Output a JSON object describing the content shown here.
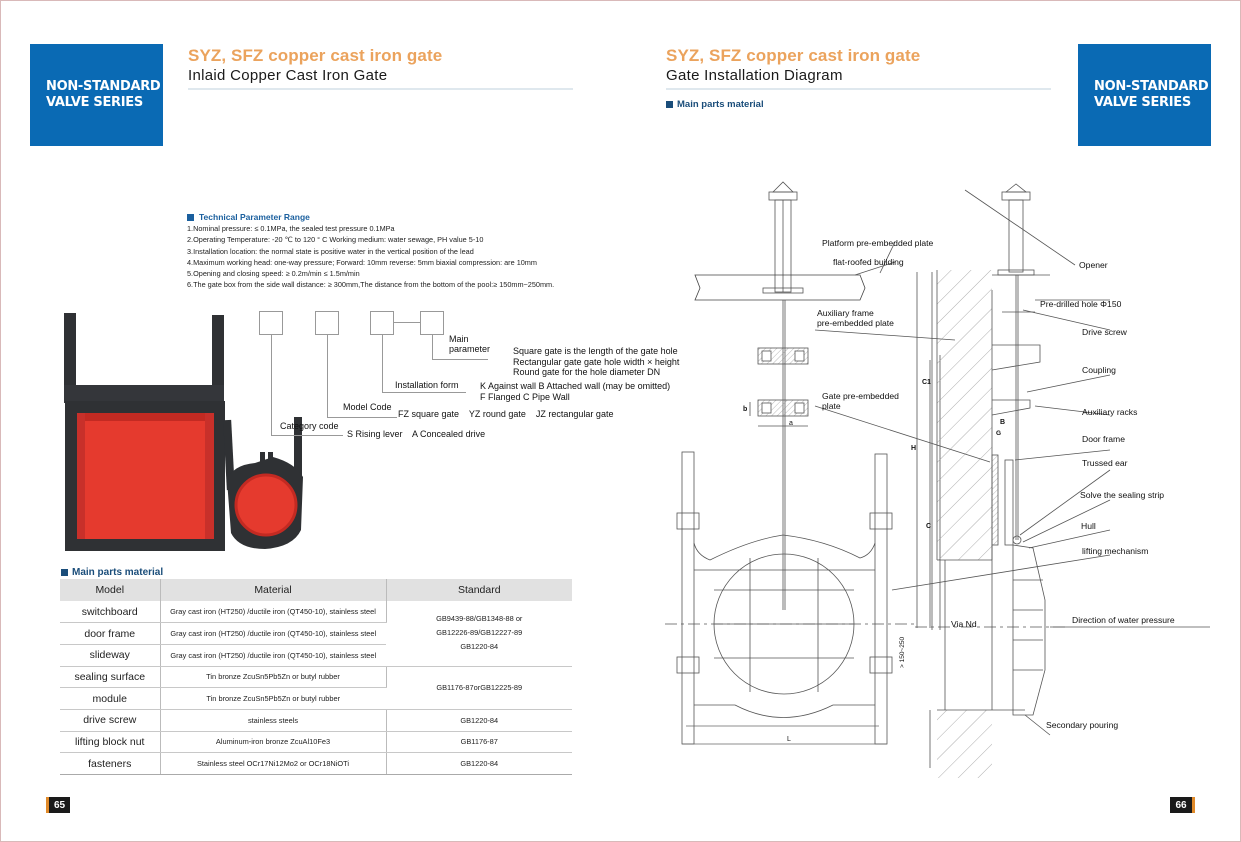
{
  "colors": {
    "badge_blue": "#0a6ab4",
    "title_orange": "#eba35d",
    "section_navy": "#1a4d7a",
    "gate_red": "#e53a2e",
    "iron_dark": "#2f3134",
    "page_tab_orange": "#e08a2a"
  },
  "left_page": {
    "badge": {
      "line1": "NON-STANDARD",
      "line2": "VALVE SERIES"
    },
    "title_orange": "SYZ, SFZ copper cast iron gate",
    "title_black": "Inlaid Copper Cast Iron Gate",
    "tech_params": {
      "heading": "Technical Parameter Range",
      "items": [
        "1.Nominal pressure: ≤ 0.1MPa, the sealed test pressure 0.1MPa",
        "2.Operating Temperature: -20 ℃ to 120 ° C    Working medium: water sewage, PH value 5-10",
        "3.Installation location: the normal state is positive water in the vertical position of the lead",
        "4.Maximum working head: one-way pressure; Forward: 10mm reverse: 5mm biaxial compression: are 10mm",
        "5.Opening and closing speed: ≥ 0.2m/min ≤ 1.5m/min",
        "6.The gate box from the side wall distance: ≥ 300mm,The distance from the bottom of the pool:≥ 150mm~250mm."
      ]
    },
    "model_code": {
      "main_parameter_label_1": "Main",
      "main_parameter_label_2": "parameter",
      "main_parameter_desc": [
        "Square gate is the length of the gate hole",
        "Rectangular gate gate hole width × height",
        "Round gate for the hole diameter DN"
      ],
      "installation_form_label": "Installation form",
      "installation_form_desc": [
        "K Against wall B Attached wall (may be omitted)",
        "F Flanged C Pipe Wall"
      ],
      "model_code_label": "Model Code",
      "model_code_desc": "FZ square gate    YZ round gate    JZ rectangular gate",
      "category_code_label": "Category code",
      "category_code_desc": "S Rising lever    A Concealed drive"
    },
    "materials": {
      "heading": "Main parts material",
      "headers": [
        "Model",
        "Material",
        "Standard"
      ],
      "rows": [
        {
          "model": "switchboard",
          "material": "Gray cast iron (HT250) /ductile iron (QT450-10), stainless steel"
        },
        {
          "model": "door frame",
          "material": "Gray cast iron (HT250) /ductile iron (QT450-10), stainless steel"
        },
        {
          "model": "slideway",
          "material": "Gray cast iron (HT250) /ductile iron (QT450-10), stainless steel"
        },
        {
          "model": "sealing surface",
          "material": "Tin bronze ZcuSn5Pb5Zn or butyl rubber"
        },
        {
          "model": "module",
          "material": "Tin bronze ZcuSn5Pb5Zn or butyl rubber"
        },
        {
          "model": "drive screw",
          "material": "stainless steels",
          "standard": "GB1220-84"
        },
        {
          "model": "lifting block nut",
          "material": "Aluminum-iron bronze ZcuAl10Fe3",
          "standard": "GB1176-87"
        },
        {
          "model": "fasteners",
          "material": "Stainless steel OCr17Ni12Mo2 or OCr18NiOTi",
          "standard": "GB1220-84"
        }
      ],
      "standard_group1": [
        "GB9439-88/GB1348-88 or",
        "GB12226-89/GB12227-89",
        "GB1220-84"
      ],
      "standard_group2": "GB1176-87orGB12225-89"
    },
    "page_number": "65"
  },
  "right_page": {
    "badge": {
      "line1": "NON-STANDARD",
      "line2": "VALVE SERIES"
    },
    "title_orange": "SYZ, SFZ copper cast iron gate",
    "title_black": "Gate Installation Diagram",
    "section_heading": "Main parts material",
    "diagram_labels": {
      "platform_plate": "Platform pre-embedded plate",
      "flat_roof": "flat-roofed building",
      "aux_frame_1": "Auxiliary frame",
      "aux_frame_2": "pre-embedded plate",
      "gate_plate_1": "Gate pre-embedded",
      "gate_plate_2": "plate",
      "opener": "Opener",
      "predrilled": "Pre-drilled hole Φ150",
      "drive_screw": "Drive screw",
      "coupling": "Coupling",
      "aux_racks": "Auxiliary racks",
      "door_frame": "Door frame",
      "trussed_ear": "Trussed ear",
      "sealing_strip": "Solve the sealing strip",
      "hull": "Hull",
      "lifting": "lifting mechanism",
      "water_pressure": "Direction of water pressure",
      "secondary_pouring": "Secondary pouring",
      "via_nd": "Via Nd",
      "dim_a": "a",
      "dim_b": "b",
      "dim_L": "L",
      "dim_H": "H",
      "dim_C": "C",
      "dim_C1": "C1",
      "dim_B": "B",
      "dim_G": "G",
      "dim_150": "> 150~250"
    },
    "page_number": "66"
  }
}
